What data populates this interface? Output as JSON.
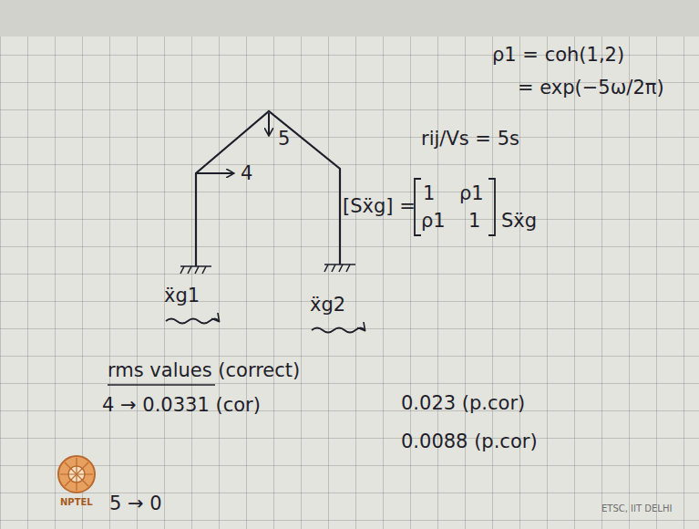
{
  "diagram": {
    "labels": [
      "ρ1 = coh(1,2)",
      "= exp(−5ω/2π)",
      "rij/Vs = 5s",
      "[Sẍg] =",
      "1",
      "ρ1",
      "ρ1",
      "1",
      "Sẍg",
      "ẍg1",
      "ẍg2",
      "4",
      "5",
      "rms values (correct)",
      "4 → 0.0331 (cor)",
      "0.023 (p.cor)",
      "0.0088 (p.cor)",
      "5 → 0",
      "NPTEL",
      "ETSC, IIT DELHI"
    ]
  }
}
